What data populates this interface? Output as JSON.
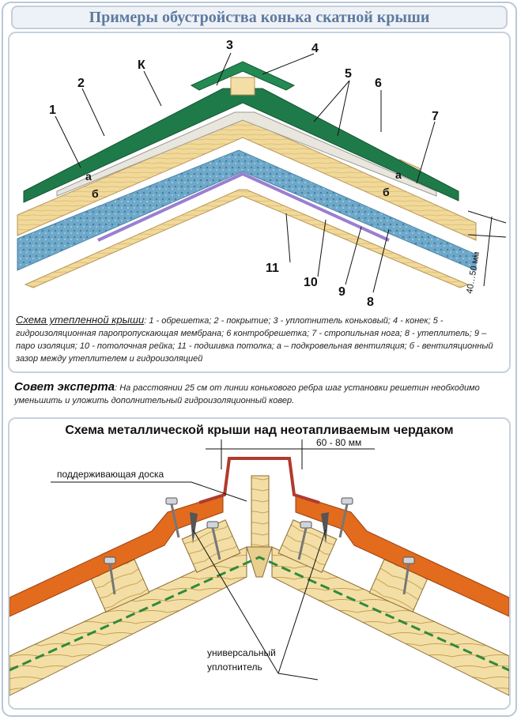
{
  "header": {
    "title": "Примеры обустройства конька скатной крыши"
  },
  "top_diagram": {
    "labels": {
      "n1": "1",
      "n2": "2",
      "n3": "3",
      "n4": "4",
      "n5": "5",
      "n6": "6",
      "n7": "7",
      "n8": "8",
      "n9": "9",
      "n10": "10",
      "n11": "11",
      "k": "К",
      "a_left": "а",
      "b_left": "б",
      "a_right": "а",
      "b_right": "б"
    },
    "dimension": "40…50 мм"
  },
  "legend": {
    "caption": "Схема утепленной крыши",
    "text": ": 1 - обрешетка; 2 - покрытие; 3 - уплотнитель коньковый; 4 - конек; 5 - гидроизоляционная паропропускающая мембрана; 6 контробрешетка; 7 - стропильная нога; 8 - утеплитель; 9 – паро изоляция; 10 - потолочная рейка; 11 - подшивка потолка; а – подкровельная вентиляция; б - вентиляционный зазор между утеплителем и гидроизоляцией"
  },
  "expert": {
    "caption": "Совет эксперта",
    "text": ": На расстоянии 25 см от линии конькового ребра шаг установки решетин необходимо уменьшить и уложить дополнительный гидроизоляционный ковер."
  },
  "bottom_diagram": {
    "title": "Схема металлической крыши над неотапливаемым чердаком",
    "dimension": "60 - 80 мм",
    "support_board": "поддерживающая доска",
    "sealant_line1": "универсальный",
    "sealant_line2": "уплотнитель"
  },
  "colors": {
    "metal_green": "#1f7a4a",
    "wood": "#f3dfa6",
    "insulation": "#6fa8c8",
    "membrane": "#9a7fd1",
    "orange_tile": "#e36b1e",
    "ridge_red": "#c0392b"
  }
}
